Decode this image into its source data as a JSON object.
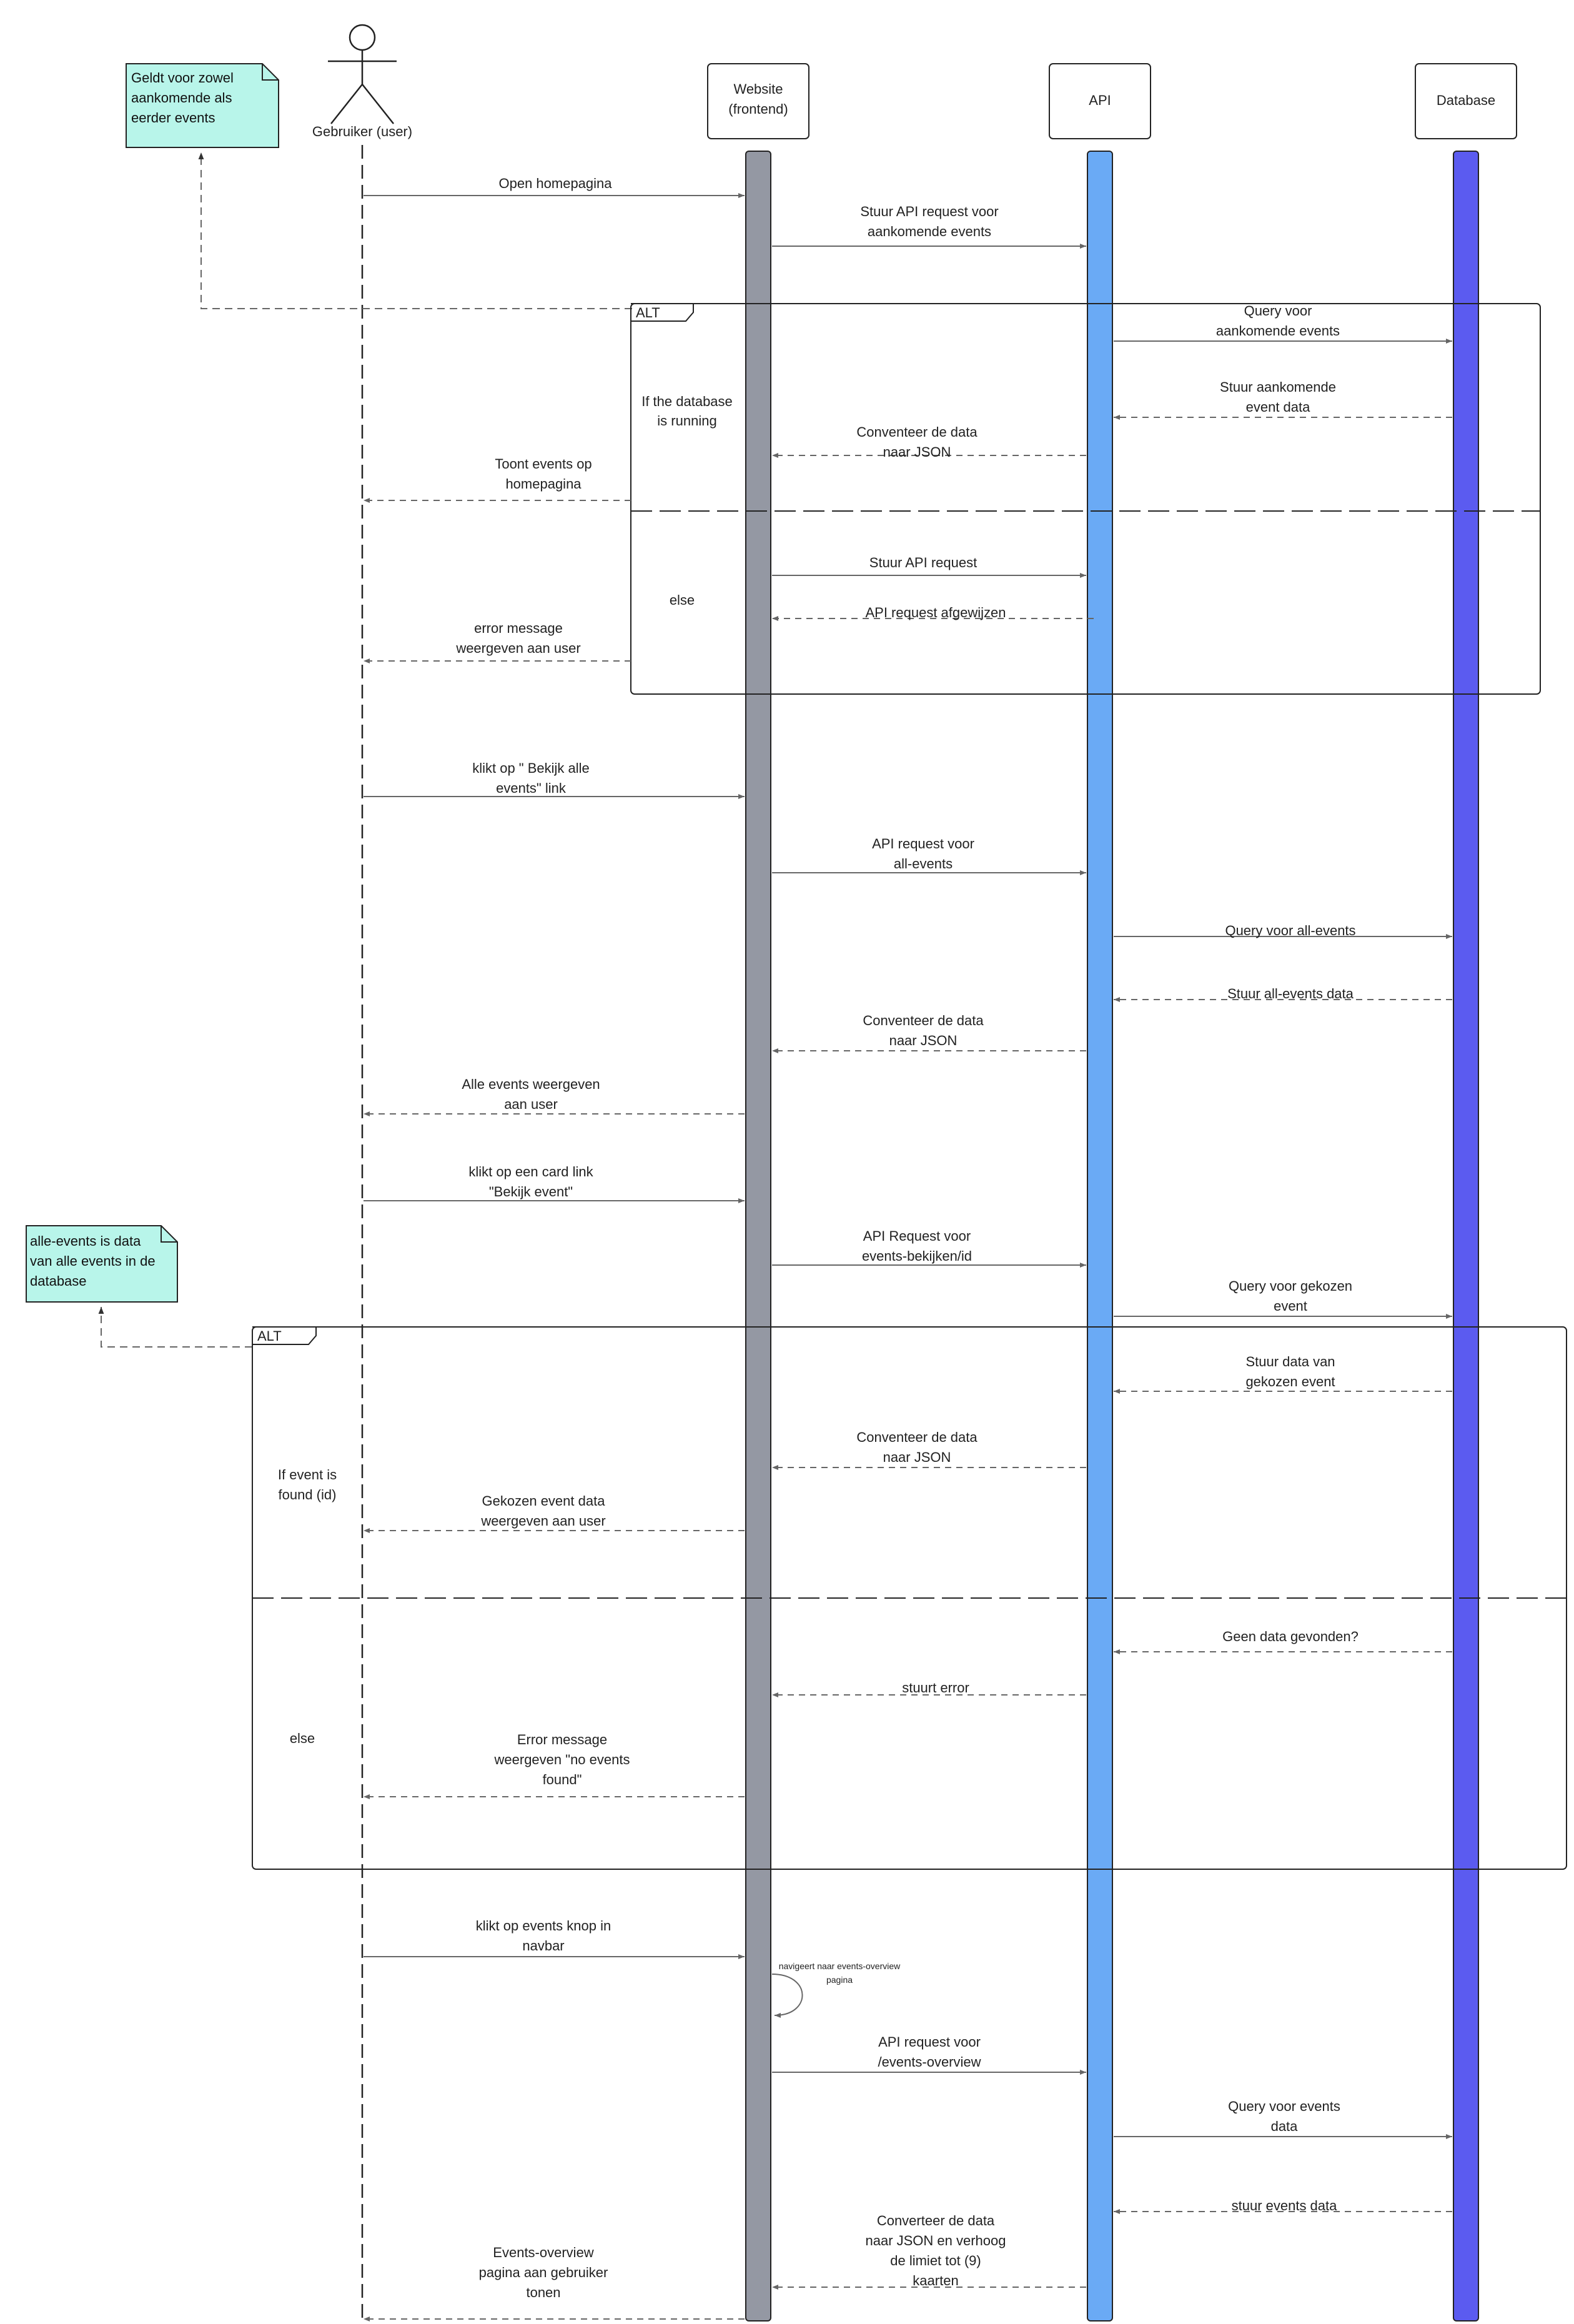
{
  "participants": {
    "user": {
      "label": "Gebruiker (user)"
    },
    "website": {
      "label_line1": "Website",
      "label_line2": "(frontend)",
      "bar_color": "#9498a3"
    },
    "api": {
      "label": "API",
      "bar_color": "#6aaaf5"
    },
    "database": {
      "label": "Database",
      "bar_color": "#5b5bf0"
    }
  },
  "notes": [
    {
      "lines": [
        "Geldt voor zowel",
        "aankomende als",
        "eerder events"
      ],
      "color": "#b8f5ea"
    },
    {
      "lines": [
        "alle-events is data",
        "van alle events in de",
        "database"
      ],
      "color": "#b8f5ea"
    }
  ],
  "frames": [
    {
      "tag": "ALT",
      "guard1": [
        "If the database",
        "is running"
      ],
      "guard2": [
        "else"
      ]
    },
    {
      "tag": "ALT",
      "guard1": [
        "If event is",
        "found (id)"
      ],
      "guard2": [
        "else"
      ]
    }
  ],
  "messages": [
    {
      "id": "m1",
      "lines": [
        "Open homepagina"
      ]
    },
    {
      "id": "m2",
      "lines": [
        "Stuur API request voor",
        "aankomende events"
      ]
    },
    {
      "id": "m3",
      "lines": [
        "Query voor",
        "aankomende events"
      ]
    },
    {
      "id": "m4",
      "lines": [
        "Stuur aankomende",
        "event data"
      ]
    },
    {
      "id": "m5",
      "lines": [
        "Conventeer de data",
        "naar JSON"
      ]
    },
    {
      "id": "m6",
      "lines": [
        "Toont events op",
        "homepagina"
      ]
    },
    {
      "id": "m7",
      "lines": [
        "Stuur API request"
      ]
    },
    {
      "id": "m8",
      "lines": [
        "API request afgewijzen"
      ]
    },
    {
      "id": "m9",
      "lines": [
        "error message",
        "weergeven aan user"
      ]
    },
    {
      "id": "m10",
      "lines": [
        "klikt op \" Bekijk alle",
        "events\" link"
      ]
    },
    {
      "id": "m11",
      "lines": [
        "API request voor",
        "all-events"
      ]
    },
    {
      "id": "m12",
      "lines": [
        "Query voor all-events"
      ]
    },
    {
      "id": "m13",
      "lines": [
        "Stuur all-events data"
      ]
    },
    {
      "id": "m14",
      "lines": [
        "Conventeer de data",
        "naar JSON"
      ]
    },
    {
      "id": "m15",
      "lines": [
        "Alle events weergeven",
        "aan user"
      ]
    },
    {
      "id": "m16",
      "lines": [
        "klikt op een card link",
        "\"Bekijk event\""
      ]
    },
    {
      "id": "m17",
      "lines": [
        "API Request voor",
        "events-bekijken/id"
      ]
    },
    {
      "id": "m18",
      "lines": [
        "Query voor gekozen",
        "event"
      ]
    },
    {
      "id": "m19",
      "lines": [
        "Stuur data van",
        "gekozen event"
      ]
    },
    {
      "id": "m20",
      "lines": [
        "Conventeer de data",
        "naar JSON"
      ]
    },
    {
      "id": "m21",
      "lines": [
        "Gekozen event data",
        "weergeven aan user"
      ]
    },
    {
      "id": "m22",
      "lines": [
        "Geen data gevonden?"
      ]
    },
    {
      "id": "m23",
      "lines": [
        "stuurt error"
      ]
    },
    {
      "id": "m24",
      "lines": [
        "Error message",
        "weergeven \"no events",
        "found\""
      ]
    },
    {
      "id": "m25",
      "lines": [
        "klikt op events knop in",
        "navbar"
      ]
    },
    {
      "id": "m26",
      "lines": [
        "navigeert naar events-overview",
        "pagina"
      ]
    },
    {
      "id": "m27",
      "lines": [
        "API request voor",
        "/events-overview"
      ]
    },
    {
      "id": "m28",
      "lines": [
        "Query voor events",
        "data"
      ]
    },
    {
      "id": "m29",
      "lines": [
        "stuur events data"
      ]
    },
    {
      "id": "m30",
      "lines": [
        "Converteer de data",
        "naar JSON en verhoog",
        "de limiet tot (9)",
        "kaarten"
      ]
    },
    {
      "id": "m31",
      "lines": [
        "Events-overview",
        "pagina aan gebruiker",
        "tonen"
      ]
    }
  ]
}
